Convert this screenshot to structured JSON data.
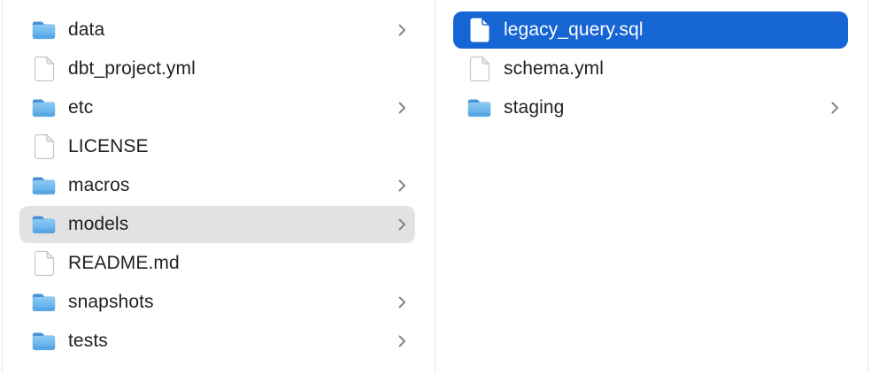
{
  "app": "finder-column-view",
  "columns": [
    {
      "name": "parent-column",
      "items": [
        {
          "label": "data",
          "type": "folder",
          "chevron": true,
          "selected": "none"
        },
        {
          "label": "dbt_project.yml",
          "type": "file",
          "chevron": false,
          "selected": "none"
        },
        {
          "label": "etc",
          "type": "folder",
          "chevron": true,
          "selected": "none"
        },
        {
          "label": "LICENSE",
          "type": "file",
          "chevron": false,
          "selected": "none"
        },
        {
          "label": "macros",
          "type": "folder",
          "chevron": true,
          "selected": "none"
        },
        {
          "label": "models",
          "type": "folder",
          "chevron": true,
          "selected": "secondary"
        },
        {
          "label": "README.md",
          "type": "file",
          "chevron": false,
          "selected": "none"
        },
        {
          "label": "snapshots",
          "type": "folder",
          "chevron": true,
          "selected": "none"
        },
        {
          "label": "tests",
          "type": "folder",
          "chevron": true,
          "selected": "none"
        }
      ]
    },
    {
      "name": "child-column",
      "items": [
        {
          "label": "legacy_query.sql",
          "type": "file",
          "chevron": false,
          "selected": "primary"
        },
        {
          "label": "schema.yml",
          "type": "file",
          "chevron": false,
          "selected": "none"
        },
        {
          "label": "staging",
          "type": "folder",
          "chevron": true,
          "selected": "none"
        }
      ]
    }
  ],
  "colors": {
    "selection_primary": "#1665d4",
    "selection_secondary": "#e2e2e2",
    "text": "#212121",
    "text_selected": "#ffffff",
    "chevron": "#858585",
    "divider": "#e6e6e6",
    "folder_tab": "#4793d6",
    "folder_light": "#8ccaf3",
    "folder_dark": "#55a6e6"
  },
  "icons": {
    "folder": "folder-icon",
    "file": "document-icon",
    "chevron": "chevron-right-icon",
    "selection": "selection-highlight"
  }
}
